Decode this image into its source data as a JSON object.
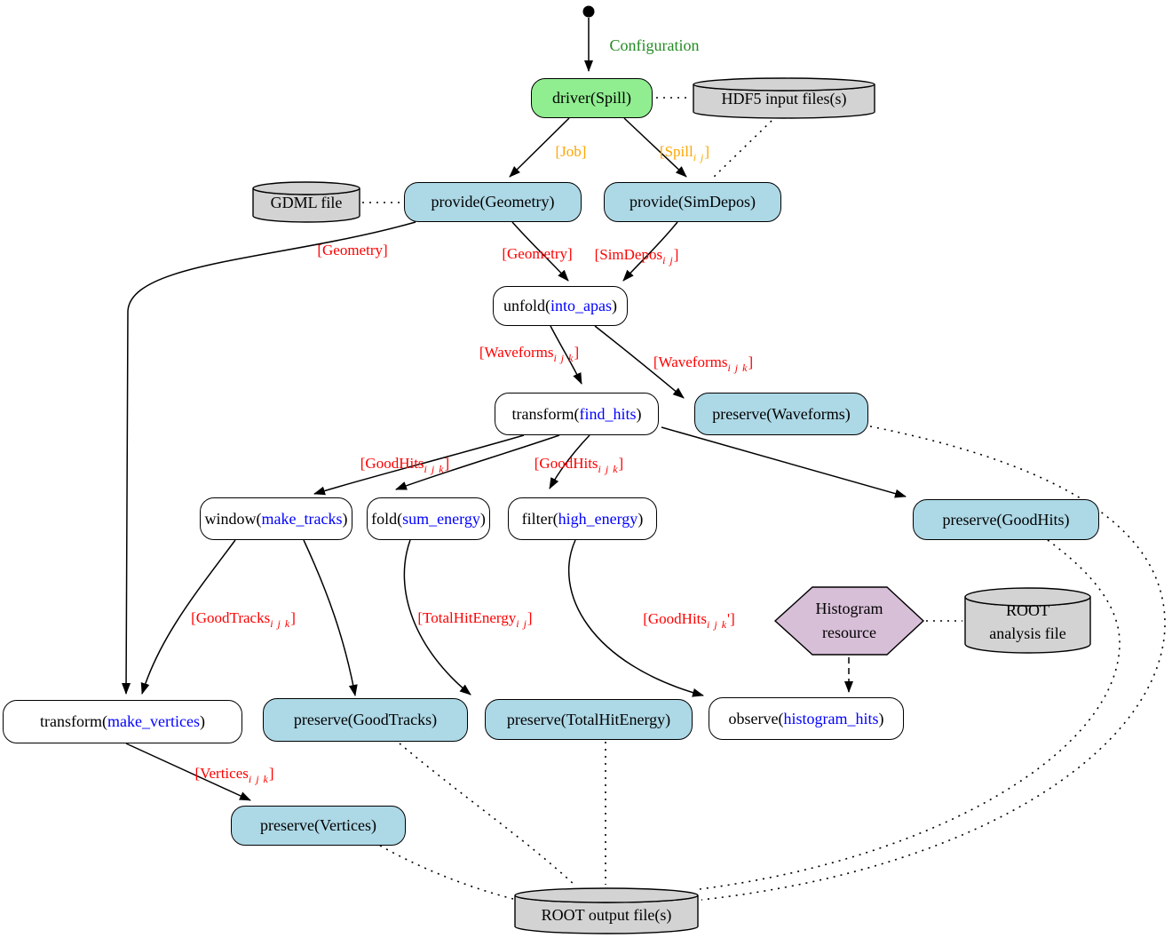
{
  "diagram": {
    "config_label": "Configuration",
    "nodes": {
      "driver": {
        "label": "driver(Spill)"
      },
      "hdf5": {
        "label": "HDF5 input files(s)"
      },
      "gdml": {
        "label": "GDML file"
      },
      "provide_geometry": {
        "label": "provide(Geometry)"
      },
      "provide_simdepos": {
        "label": "provide(SimDepos)"
      },
      "unfold": {
        "pre": "unfold(",
        "fn": "into_apas",
        "post": ")"
      },
      "transform_find_hits": {
        "pre": "transform(",
        "fn": "find_hits",
        "post": ")"
      },
      "preserve_waveforms": {
        "label": "preserve(Waveforms)"
      },
      "window": {
        "pre": "window(",
        "fn": "make_tracks",
        "post": ")"
      },
      "fold": {
        "pre": "fold(",
        "fn": "sum_energy",
        "post": ")"
      },
      "filter": {
        "pre": "filter(",
        "fn": "high_energy",
        "post": ")"
      },
      "preserve_goodhits": {
        "label": "preserve(GoodHits)"
      },
      "histogram_resource": {
        "line1": "Histogram",
        "line2": "resource"
      },
      "root_analysis": {
        "line1": "ROOT",
        "line2": "analysis file"
      },
      "transform_make_vertices": {
        "pre": "transform(",
        "fn": "make_vertices",
        "post": ")"
      },
      "preserve_goodtracks": {
        "label": "preserve(GoodTracks)"
      },
      "preserve_totalhitenergy": {
        "label": "preserve(TotalHitEnergy)"
      },
      "observe": {
        "pre": "observe(",
        "fn": "histogram_hits",
        "post": ")"
      },
      "preserve_vertices": {
        "label": "preserve(Vertices)"
      },
      "root_output": {
        "label": "ROOT output file(s)"
      }
    },
    "edge_labels": {
      "job": "[Job]",
      "spill": {
        "pre": "[Spill",
        "sub": "i j",
        "post": "]"
      },
      "geometry_left": "[Geometry]",
      "geometry_mid": "[Geometry]",
      "simdepos": {
        "pre": "[SimDepos",
        "sub": "i j",
        "post": "]"
      },
      "waveforms_left": {
        "pre": "[Waveforms",
        "sub": "i j k",
        "post": "]"
      },
      "waveforms_right": {
        "pre": "[Waveforms",
        "sub": "i j k",
        "post": "]"
      },
      "goodhits_left": {
        "pre": "[GoodHits",
        "sub": "i j k",
        "post": "]"
      },
      "goodhits_right": {
        "pre": "[GoodHits",
        "sub": "i j k",
        "post": "]"
      },
      "goodtracks": {
        "pre": "[GoodTracks",
        "sub": "i j k",
        "post": "]"
      },
      "totalhitenergy": {
        "pre": "[TotalHitEnergy",
        "sub": "i j",
        "post": "]"
      },
      "goodhits_prime": {
        "pre": "[GoodHits",
        "sub": "i j k",
        "post": "']"
      },
      "vertices": {
        "pre": "[Vertices",
        "sub": "i j k",
        "post": "]"
      }
    },
    "colors": {
      "process_fill": "#ADD8E6",
      "driver_fill": "#90EE90",
      "file_fill": "#D3D3D3",
      "resource_fill": "#D8BFD8",
      "flow_label": "#FF0000",
      "driver_out_label": "#FFA500",
      "config_label_color": "#228B22",
      "function_name_color": "#0000FF"
    }
  }
}
